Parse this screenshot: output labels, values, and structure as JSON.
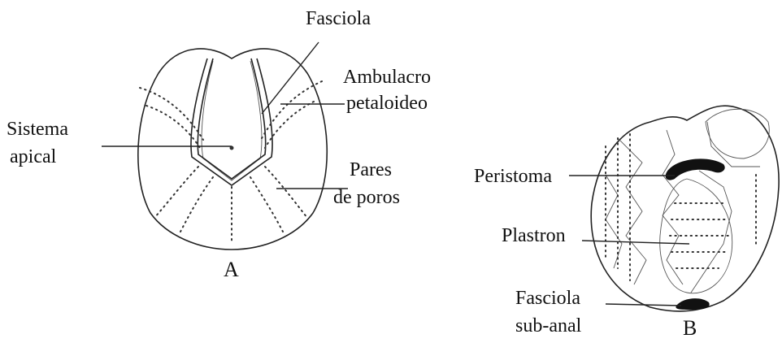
{
  "diagram": {
    "figure_a": {
      "caption": "A",
      "labels": {
        "fasciola": "Fasciola",
        "ambulacro_line1": "Ambulacro",
        "ambulacro_line2": "petaloideo",
        "sistema_line1": "Sistema",
        "sistema_line2": "apical",
        "pares_line1": "Pares",
        "pares_line2": "de poros"
      }
    },
    "figure_b": {
      "caption": "B",
      "labels": {
        "peristoma": "Peristoma",
        "plastron": "Plastron",
        "fasciola_sub_line1": "Fasciola",
        "fasciola_sub_line2": "sub-anal"
      }
    }
  }
}
